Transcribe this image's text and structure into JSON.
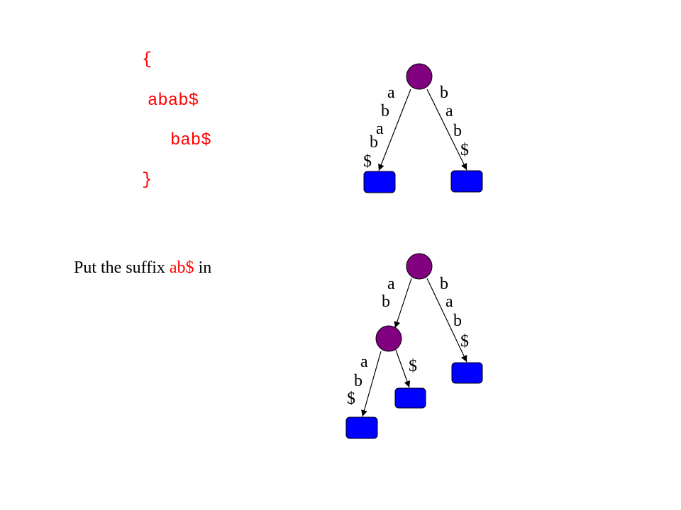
{
  "string_set": {
    "open_brace": "{",
    "string_1": "abab$",
    "string_2": "bab$",
    "close_brace": "}"
  },
  "caption": {
    "prefix": "Put the suffix ",
    "suffix": "ab$",
    "postfix": " in"
  },
  "colors": {
    "internal_node": "#800080",
    "leaf_node": "#0000ff",
    "highlight_text": "#ff0000"
  },
  "tree_before": {
    "left_edge_labels": [
      "a",
      "b",
      "a",
      "b",
      "$"
    ],
    "right_edge_labels": [
      "b",
      "a",
      "b",
      "$"
    ]
  },
  "tree_after": {
    "left_edge_labels": [
      "a",
      "b"
    ],
    "right_edge_labels": [
      "b",
      "a",
      "b",
      "$"
    ],
    "child_left_edge_labels": [
      "a",
      "b",
      "$"
    ],
    "child_right_edge_labels": [
      "$"
    ]
  }
}
